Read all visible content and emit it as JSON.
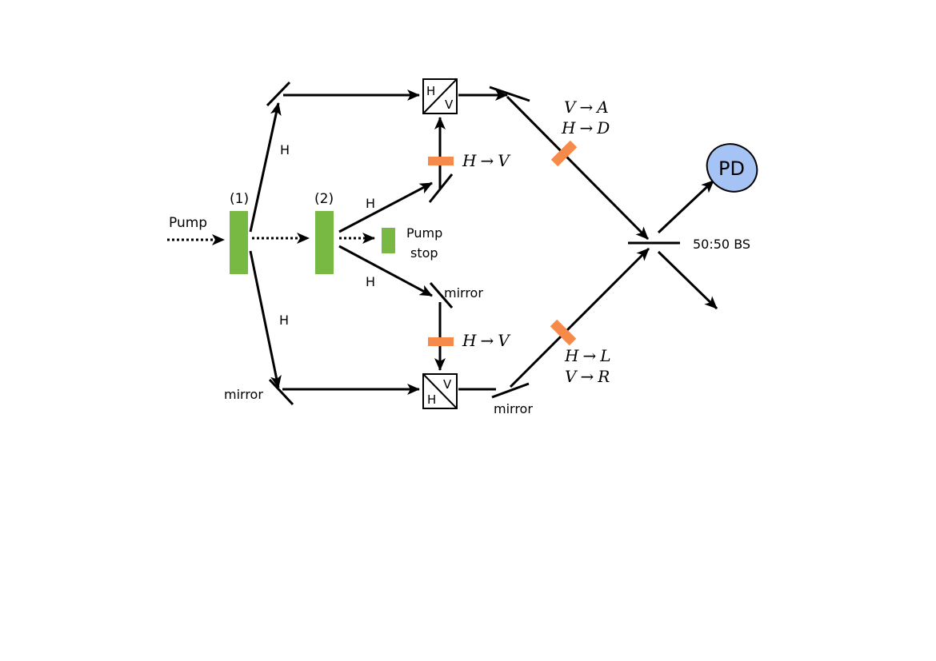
{
  "labels": {
    "pump": "Pump",
    "crystal1": "(1)",
    "crystal2": "(2)",
    "pump_stop_line1": "Pump",
    "pump_stop_line2": "stop",
    "pol_upper_arm": "H",
    "pol_lower_arm": "H",
    "pol_inner_upper": "H",
    "pol_inner_lower": "H",
    "mirror_inner_lower": "mirror",
    "mirror_bottom_left": "mirror",
    "mirror_bottom_right": "mirror",
    "bs": "50:50 BS",
    "detector": "PD",
    "pbs_top_h": "H",
    "pbs_top_v": "V",
    "pbs_bottom_h": "H",
    "pbs_bottom_v": "V"
  },
  "math": {
    "hwp_top": {
      "from": "H",
      "arrow": "→",
      "to": "V"
    },
    "hwp_bottom": {
      "from": "H",
      "arrow": "→",
      "to": "V"
    },
    "upper_plate_1": {
      "from": "V",
      "arrow": "→",
      "to": "A"
    },
    "upper_plate_2": {
      "from": "H",
      "arrow": "→",
      "to": "D"
    },
    "lower_plate_1": {
      "from": "H",
      "arrow": "→",
      "to": "L"
    },
    "lower_plate_2": {
      "from": "V",
      "arrow": "→",
      "to": "R"
    }
  },
  "colors": {
    "crystal": "#77b943",
    "waveplate": "#f58a4b",
    "detector_fill": "#a6c3f5",
    "line": "#000000"
  }
}
